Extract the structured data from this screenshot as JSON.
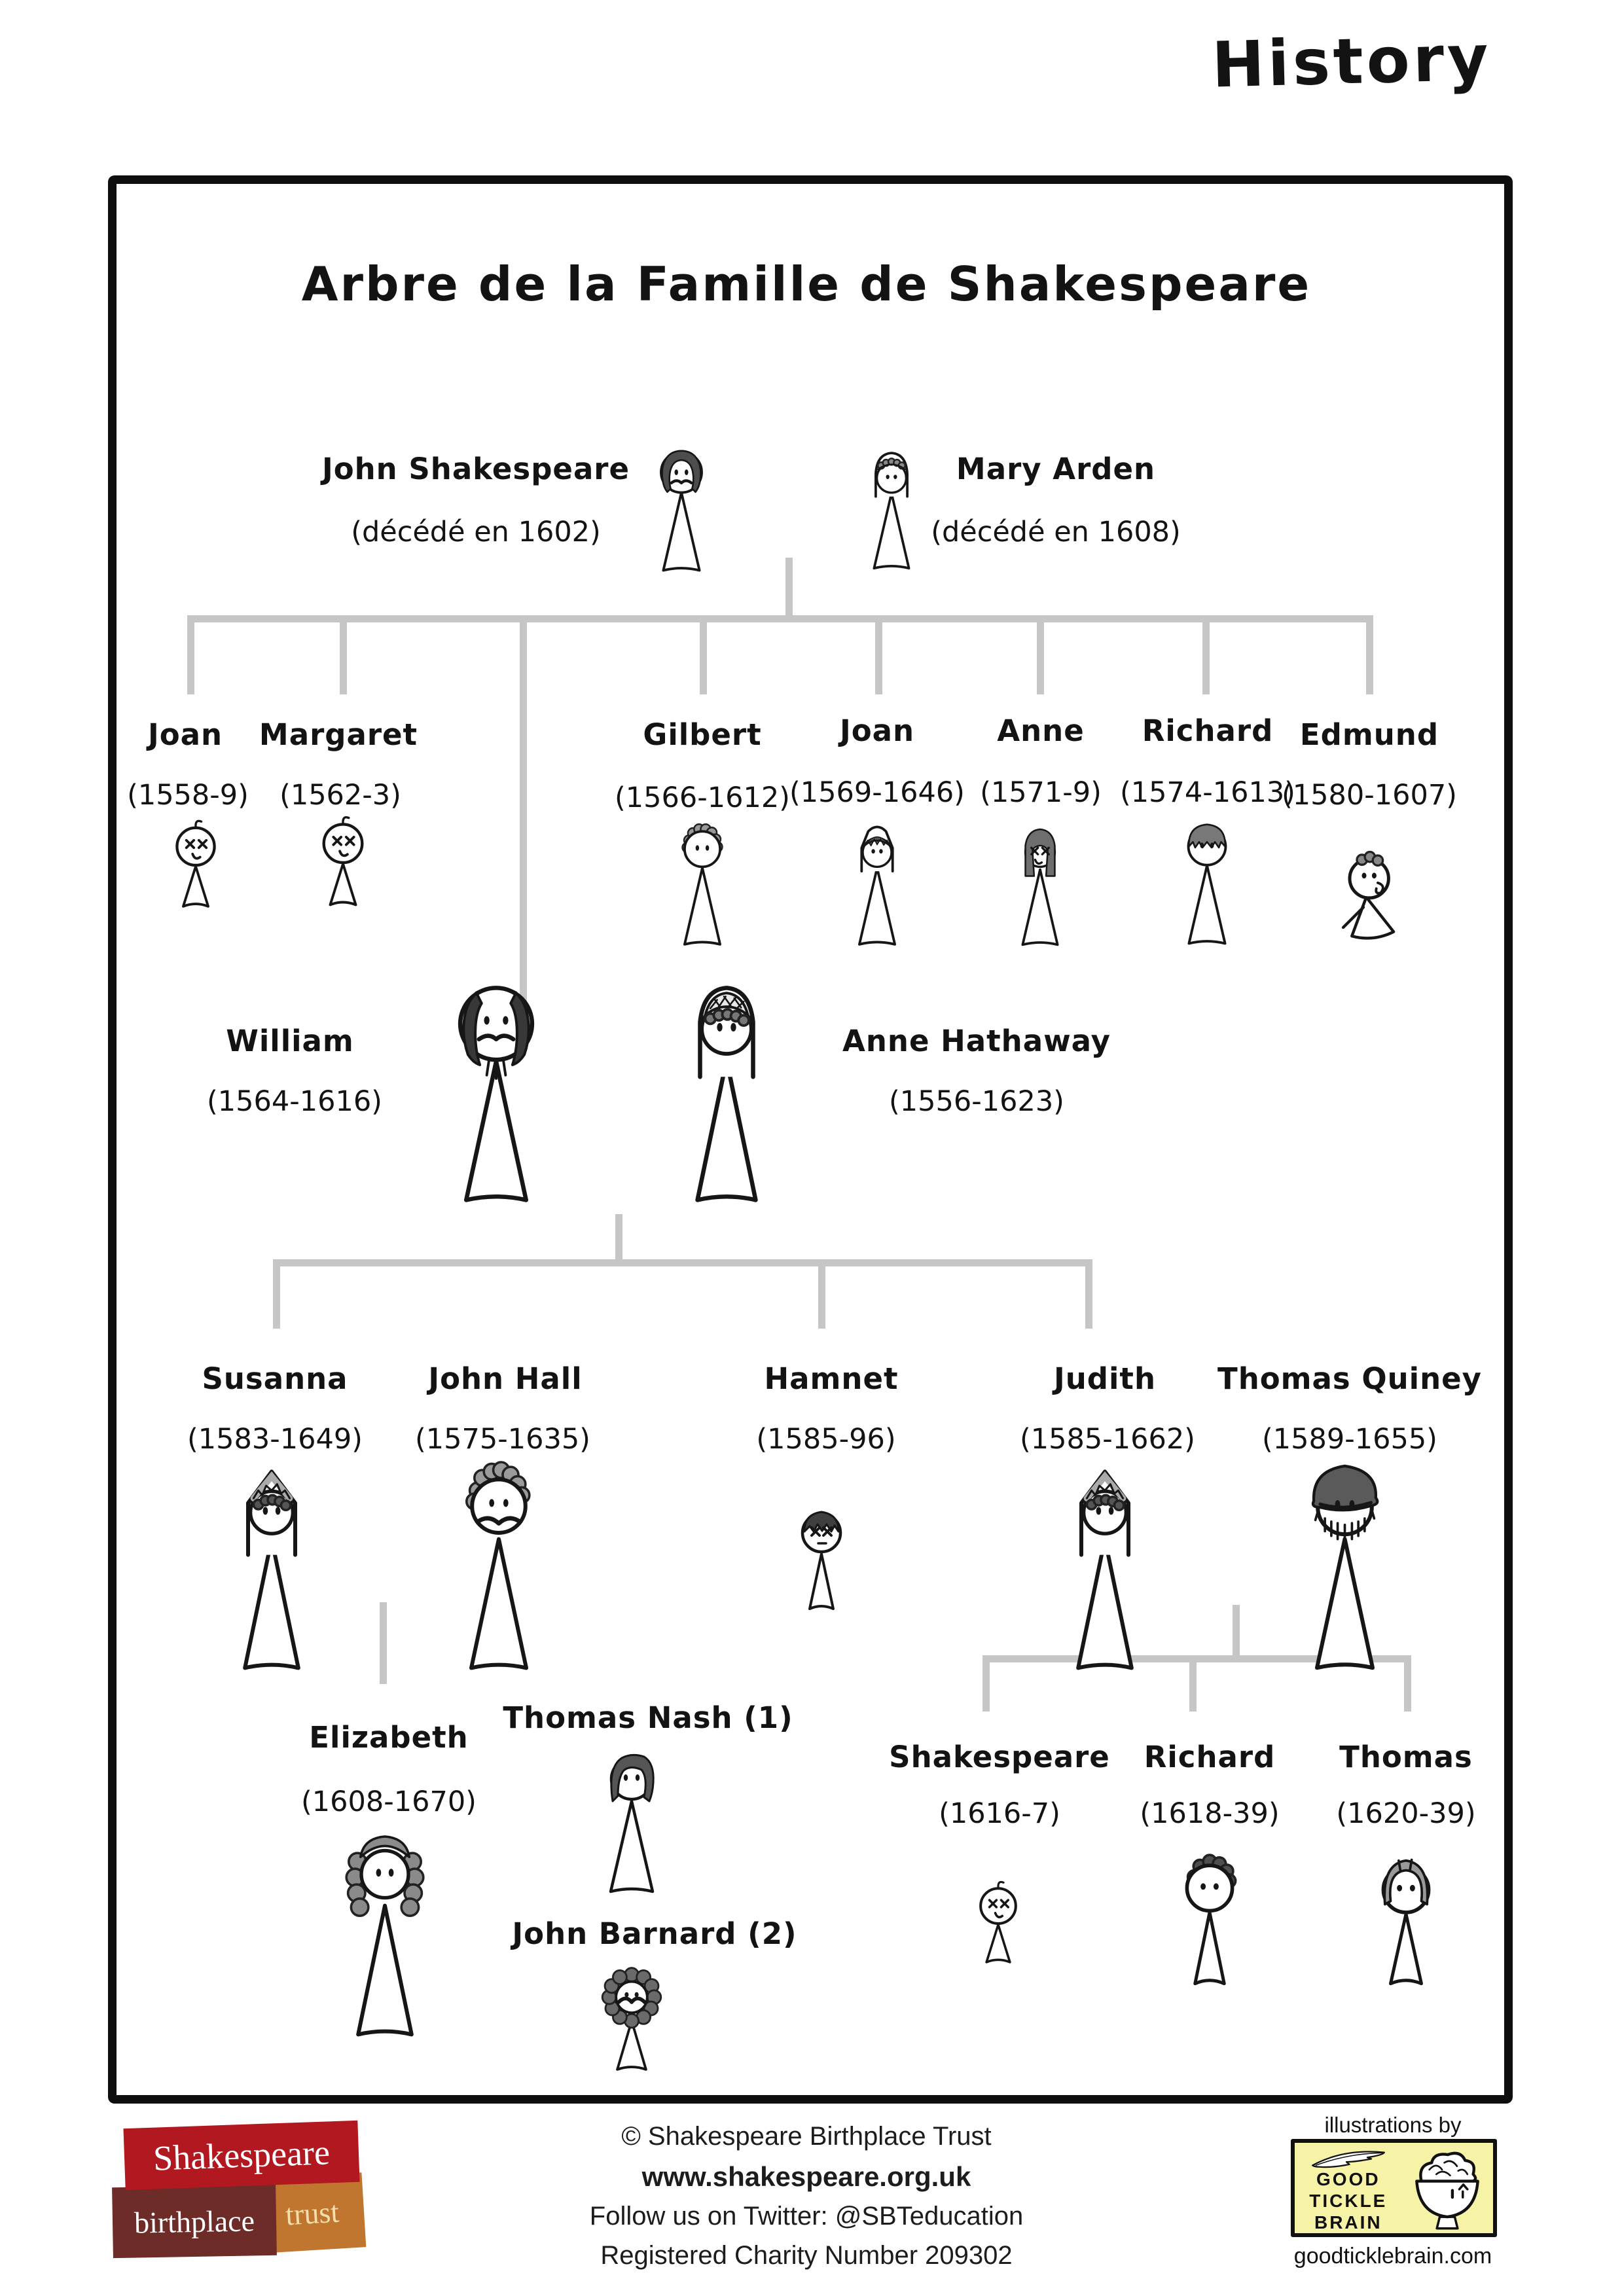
{
  "page": {
    "corner_label": "History",
    "title": "Arbre de la Famille de Shakespeare"
  },
  "tree": {
    "line_color": "#c6c6c6"
  },
  "persons": {
    "john_shakespeare": {
      "name": "John Shakespeare",
      "dates": "(décédé en 1602)",
      "figure": "man-long-hair-mustache-figure"
    },
    "mary_arden": {
      "name": "Mary Arden",
      "dates": "(décédé en 1608)",
      "figure": "woman-hood-figure"
    },
    "joan_1": {
      "name": "Joan",
      "dates": "(1558-9)",
      "figure": "dead-baby-figure"
    },
    "margaret": {
      "name": "Margaret",
      "dates": "(1562-3)",
      "figure": "dead-baby-figure"
    },
    "william": {
      "name": "William",
      "dates": "(1564-1616)",
      "figure": "shakespeare-figure"
    },
    "gilbert": {
      "name": "Gilbert",
      "dates": "(1566-1612)",
      "figure": "curly-hair-man-figure"
    },
    "joan_2": {
      "name": "Joan",
      "dates": "(1569-1646)",
      "figure": "hooded-woman-figure"
    },
    "anne": {
      "name": "Anne",
      "dates": "(1571-9)",
      "figure": "dead-girl-figure"
    },
    "richard_sr": {
      "name": "Richard",
      "dates": "(1574-1613)",
      "figure": "shaggy-hair-man-figure"
    },
    "edmund": {
      "name": "Edmund",
      "dates": "(1580-1607)",
      "figure": "toddler-figure"
    },
    "anne_hathaway": {
      "name": "Anne Hathaway",
      "dates": "(1556-1623)",
      "figure": "bride-hood-figure"
    },
    "susanna": {
      "name": "Susanna",
      "dates": "(1583-1649)",
      "figure": "hooded-wreath-woman-figure"
    },
    "john_hall": {
      "name": "John Hall",
      "dates": "(1575-1635)",
      "figure": "curly-mustache-man-figure"
    },
    "hamnet": {
      "name": "Hamnet",
      "dates": "(1585-96)",
      "figure": "dead-boy-figure"
    },
    "judith": {
      "name": "Judith",
      "dates": "(1585-1662)",
      "figure": "hooded-wreath-woman-figure"
    },
    "thomas_quiney": {
      "name": "Thomas Quiney",
      "dates": "(1589-1655)",
      "figure": "cap-beard-man-figure"
    },
    "elizabeth": {
      "name": "Elizabeth",
      "dates": "(1608-1670)",
      "figure": "ringlets-woman-figure"
    },
    "thomas_nash": {
      "name": "Thomas Nash (1)",
      "figure": "wavy-hair-man-figure"
    },
    "john_barnard": {
      "name": "John Barnard (2)",
      "figure": "big-beard-man-figure"
    },
    "shakespeare_jr": {
      "name": "Shakespeare",
      "dates": "(1616-7)",
      "figure": "dead-baby-figure"
    },
    "richard_jr": {
      "name": "Richard",
      "dates": "(1618-39)",
      "figure": "curly-hair-boy-figure"
    },
    "thomas_jr": {
      "name": "Thomas",
      "dates": "(1620-39)",
      "figure": "mop-hair-kid-figure"
    }
  },
  "footer": {
    "line1": "© Shakespeare Birthplace Trust",
    "line2": "www.shakespeare.org.uk",
    "line3": "Follow us on Twitter: @SBTeducation",
    "line4": "Registered Charity Number 209302"
  },
  "sbt_logo": {
    "word1": "Shakespeare",
    "word2": "birthplace",
    "word3": "trust",
    "color_red": "#b2181f",
    "color_maroon": "#6e2c28",
    "color_orange": "#c0762e",
    "trust_text_color": "#f3dfad"
  },
  "gtb_logo": {
    "caption": "illustrations by",
    "word1": "GOOD",
    "word2": "TICKLE",
    "word3": "BRAIN",
    "url": "goodticklebrain.com",
    "box_color": "#f6f2a6",
    "feather_icon": "quill-feather-icon",
    "bowl_icon": "brain-in-bowl-icon"
  }
}
